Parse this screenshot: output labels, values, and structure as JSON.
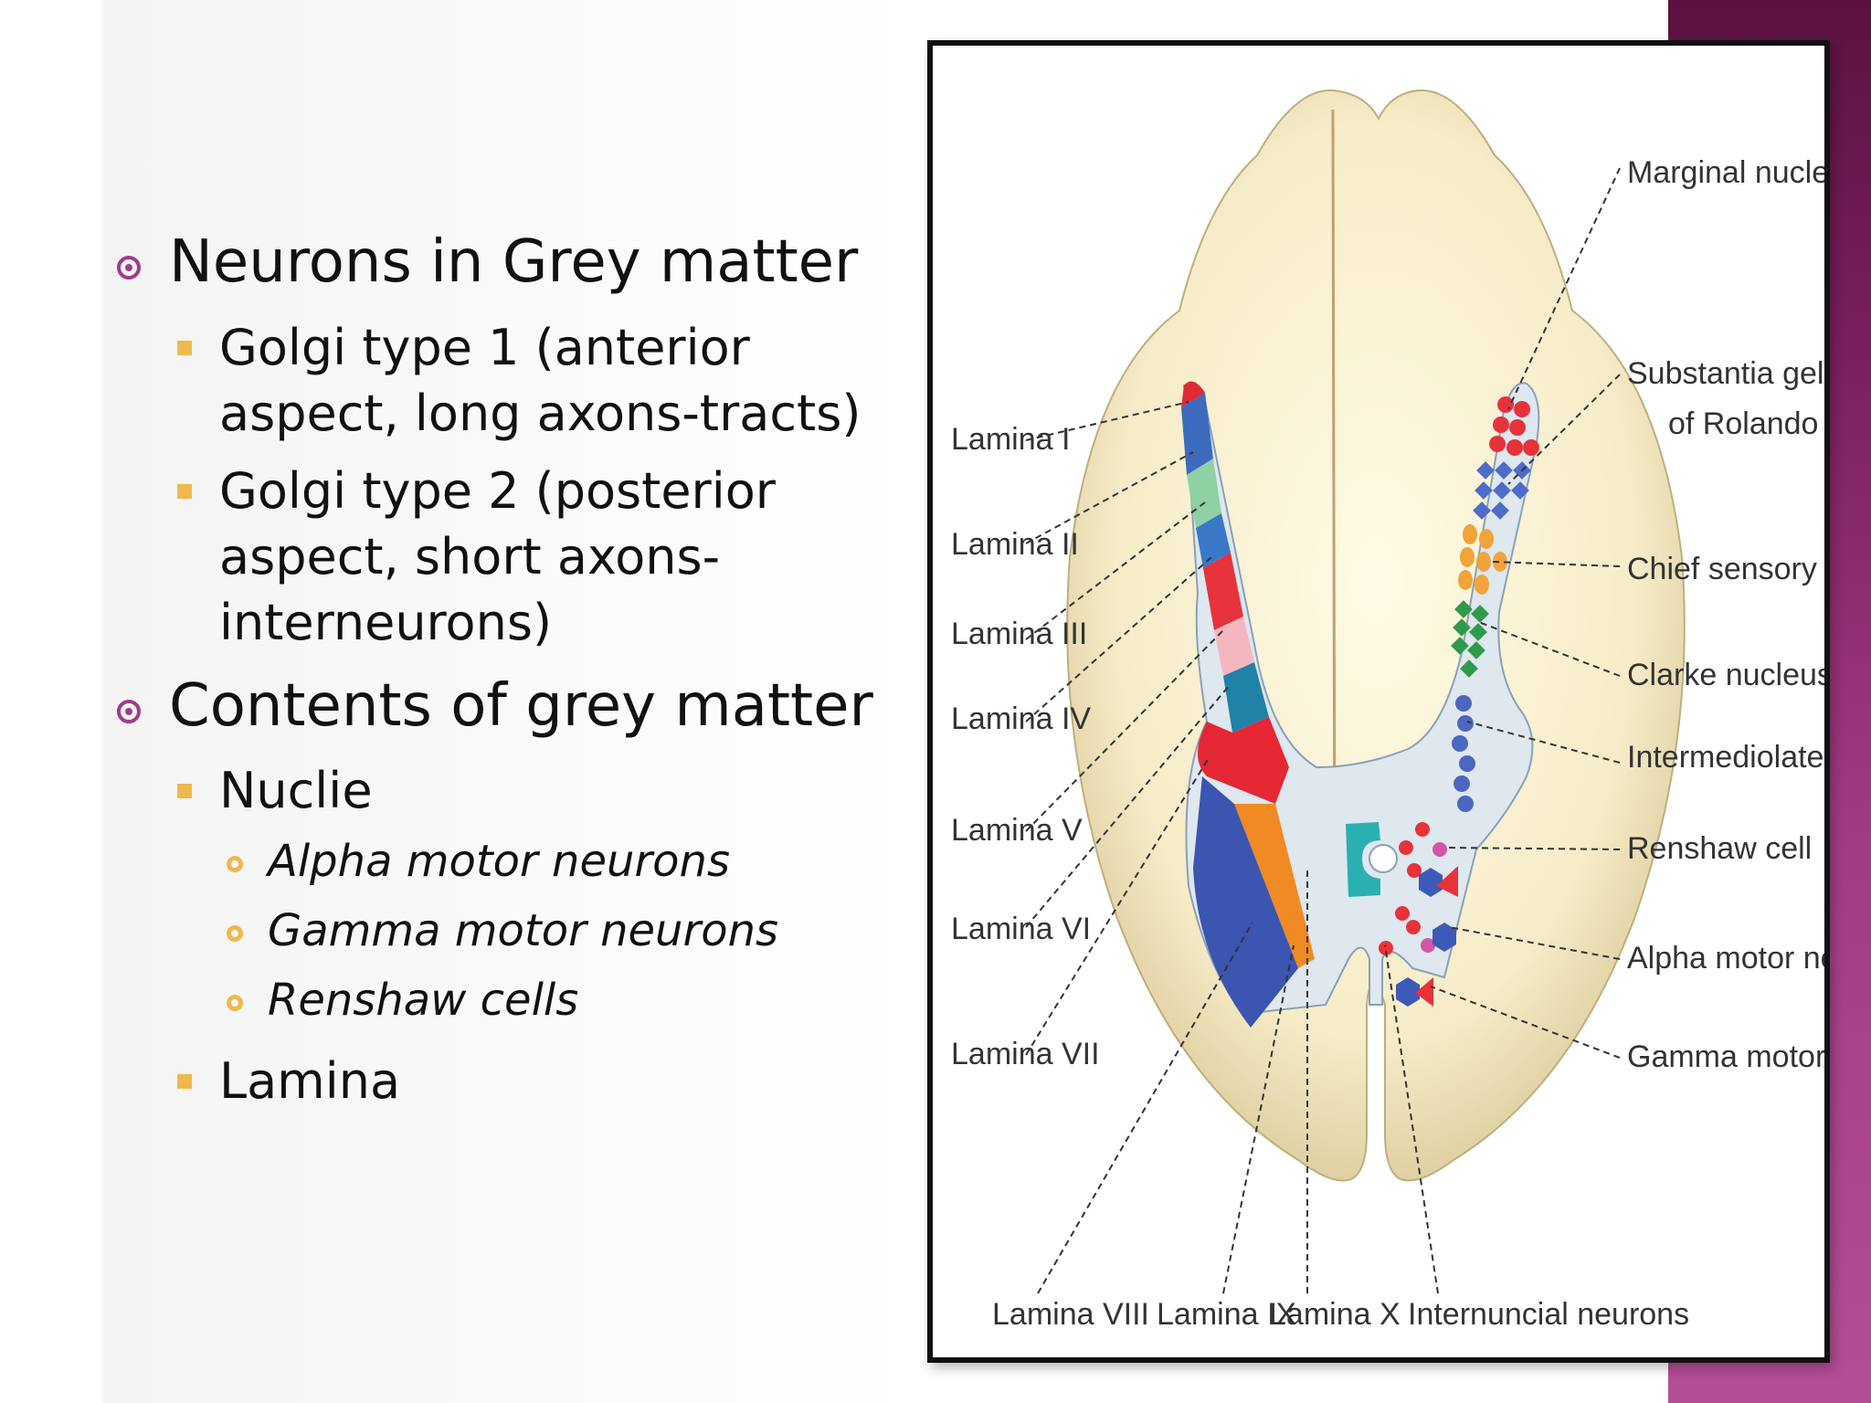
{
  "colors": {
    "accent": "#a33a8a",
    "bullet": "#f0b84d",
    "sidebar": "#8e2a70"
  },
  "bullets": [
    {
      "text": "Neurons in Grey matter",
      "children": [
        {
          "lines": [
            "Golgi type 1 (anterior",
            "aspect, long axons-tracts)"
          ]
        },
        {
          "lines": [
            "Golgi type 2 (posterior",
            "aspect, short axons-",
            "interneurons)"
          ]
        }
      ]
    },
    {
      "text": "Contents of grey matter",
      "children": [
        {
          "lines": [
            "Nuclie"
          ],
          "items": [
            "Alpha motor neurons",
            "Gamma motor neurons",
            "Renshaw cells"
          ]
        },
        {
          "lines": [
            "Lamina"
          ]
        }
      ]
    }
  ],
  "figure": {
    "left_labels": [
      "Lamina I",
      "Lamina II",
      "Lamina III",
      "Lamina IV",
      "Lamina V",
      "Lamina VI",
      "Lamina VII"
    ],
    "right_labels": [
      "Marginal nucleus",
      "Substantia gelatinosa",
      "of Rolando",
      "Chief sensory nucleus",
      "Clarke nucleus",
      "Intermediolateral nucleus",
      "Renshaw cell",
      "Alpha motor neuron",
      "Gamma motor neuron"
    ],
    "bottom_labels": [
      "Lamina VIII",
      "Lamina IX",
      "Lamina X",
      "Internuncial neurons"
    ]
  }
}
